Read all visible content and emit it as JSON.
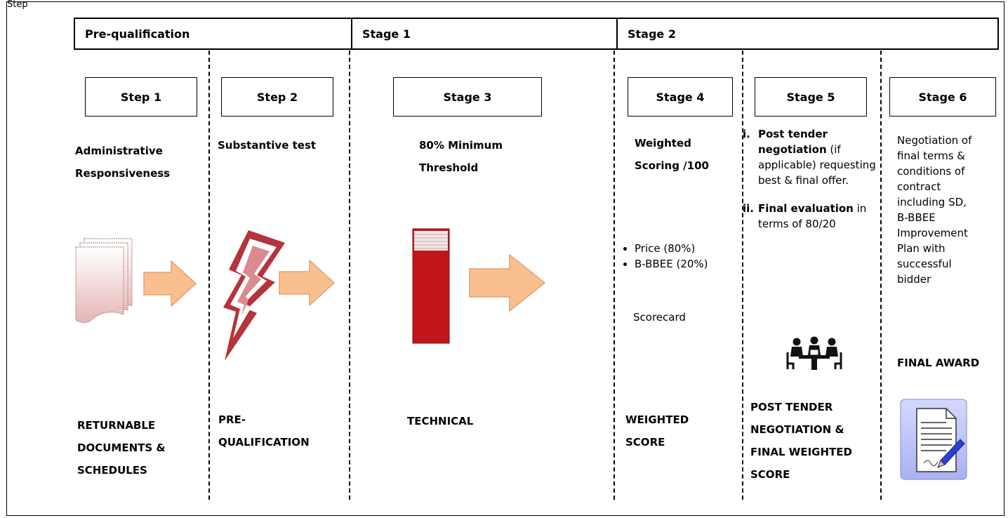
{
  "header": {
    "top_label": "Step",
    "prequalification": "Pre-qualification",
    "stage1": "Stage 1",
    "stage2": "Stage 2"
  },
  "columns": [
    {
      "box": "Step 1",
      "title_lines": [
        "Administrative",
        "Responsiveness"
      ],
      "footer_lines": [
        "RETURNABLE",
        "DOCUMENTS &",
        "SCHEDULES"
      ],
      "icon": "documents-stack-icon"
    },
    {
      "box": "Step 2",
      "title_lines": [
        "Substantive test"
      ],
      "footer_lines": [
        "PRE-",
        "QUALIFICATION"
      ],
      "icon": "lightning-bolt-icon"
    },
    {
      "box": "Stage 3",
      "title_lines": [
        "80% Minimum",
        "Threshold"
      ],
      "footer_lines": [
        "TECHNICAL"
      ],
      "icon": "red-binder-icon"
    },
    {
      "box": "Stage 4",
      "title_lines": [
        "Weighted",
        "Scoring /100"
      ],
      "bullets": [
        "Price (80%)",
        "B-BBEE (20%)"
      ],
      "extra": "Scorecard",
      "footer_lines": [
        "WEIGHTED",
        "SCORE"
      ]
    },
    {
      "box": "Stage 5",
      "items": [
        {
          "num": "i.",
          "bold": "Post tender negotiation",
          "rest": " (if applicable) requesting best & final offer."
        },
        {
          "num": "ii.",
          "bold": "Final evaluation",
          "rest": " in terms of 80/20"
        }
      ],
      "footer_lines": [
        "POST TENDER",
        "NEGOTIATION &",
        "FINAL WEIGHTED",
        "SCORE"
      ],
      "icon": "meeting-people-icon"
    },
    {
      "box": "Stage 6",
      "body_lines": [
        "Negotiation of",
        "final terms &",
        "conditions of",
        "contract",
        "including SD,",
        "B-BBEE",
        "Improvement",
        "Plan with",
        "successful",
        "bidder"
      ],
      "award": "FINAL AWARD",
      "icon": "signed-document-icon"
    }
  ],
  "colors": {
    "arrow_fill": "#f9c08f",
    "arrow_stroke": "#e8a070",
    "binder_red": "#c0161b",
    "bolt": "#b5333a"
  }
}
